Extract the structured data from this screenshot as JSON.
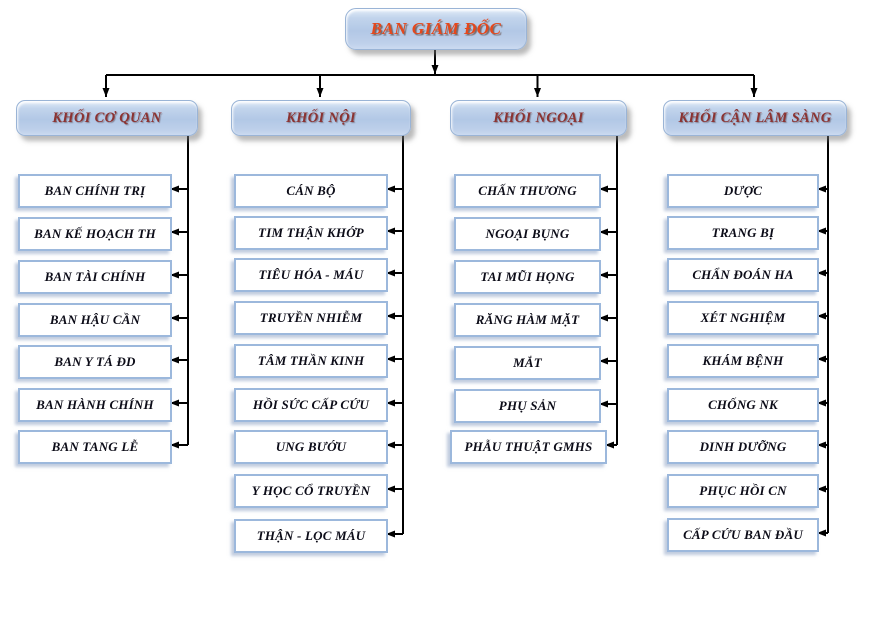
{
  "root": {
    "label": "BAN GIÁM ĐỐC"
  },
  "columns": [
    {
      "header": "KHỐI CƠ QUAN",
      "items": [
        "BAN CHÍNH TRỊ",
        "BAN KẾ HOẠCH TH",
        "BAN TÀI CHÍNH",
        "BAN HẬU CẦN",
        "BAN Y TÁ ĐD",
        "BAN HÀNH CHÍNH",
        "BAN TANG LỄ"
      ]
    },
    {
      "header": "KHỐI NỘI",
      "items": [
        "CÁN BỘ",
        "TIM THẬN KHỚP",
        "TIÊU HÓA - MÁU",
        "TRUYỀN NHIỄM",
        "TÂM THẦN KINH",
        "HỒI SỨC CẤP CỨU",
        "UNG BƯỚU",
        "Y HỌC CỔ TRUYỀN",
        "THẬN - LỌC MÁU"
      ]
    },
    {
      "header": "KHỐI NGOẠI",
      "items": [
        "CHẤN THƯƠNG",
        "NGOẠI BỤNG",
        "TAI MŨI HỌNG",
        "RĂNG HÀM MẶT",
        "MẮT",
        "PHỤ SẢN",
        "PHẪU THUẬT GMHS"
      ]
    },
    {
      "header": "KHỐI CẬN LÂM SÀNG",
      "items": [
        "DƯỢC",
        "TRANG BỊ",
        "CHẨN ĐOÁN HA",
        "XÉT NGHIỆM",
        "KHÁM BỆNH",
        "CHỐNG NK",
        "DINH DƯỠNG",
        "PHỤC HỒI CN",
        "CẤP CỨU BAN ĐẦU"
      ]
    }
  ],
  "colors": {
    "box_fill": "#b8cce4",
    "box_border": "#9ab4d6",
    "item_border": "#9cb8dc",
    "root_text": "#e4481d",
    "header_text": "#8b3332",
    "item_text": "#0c0c18",
    "connector": "#000000"
  }
}
